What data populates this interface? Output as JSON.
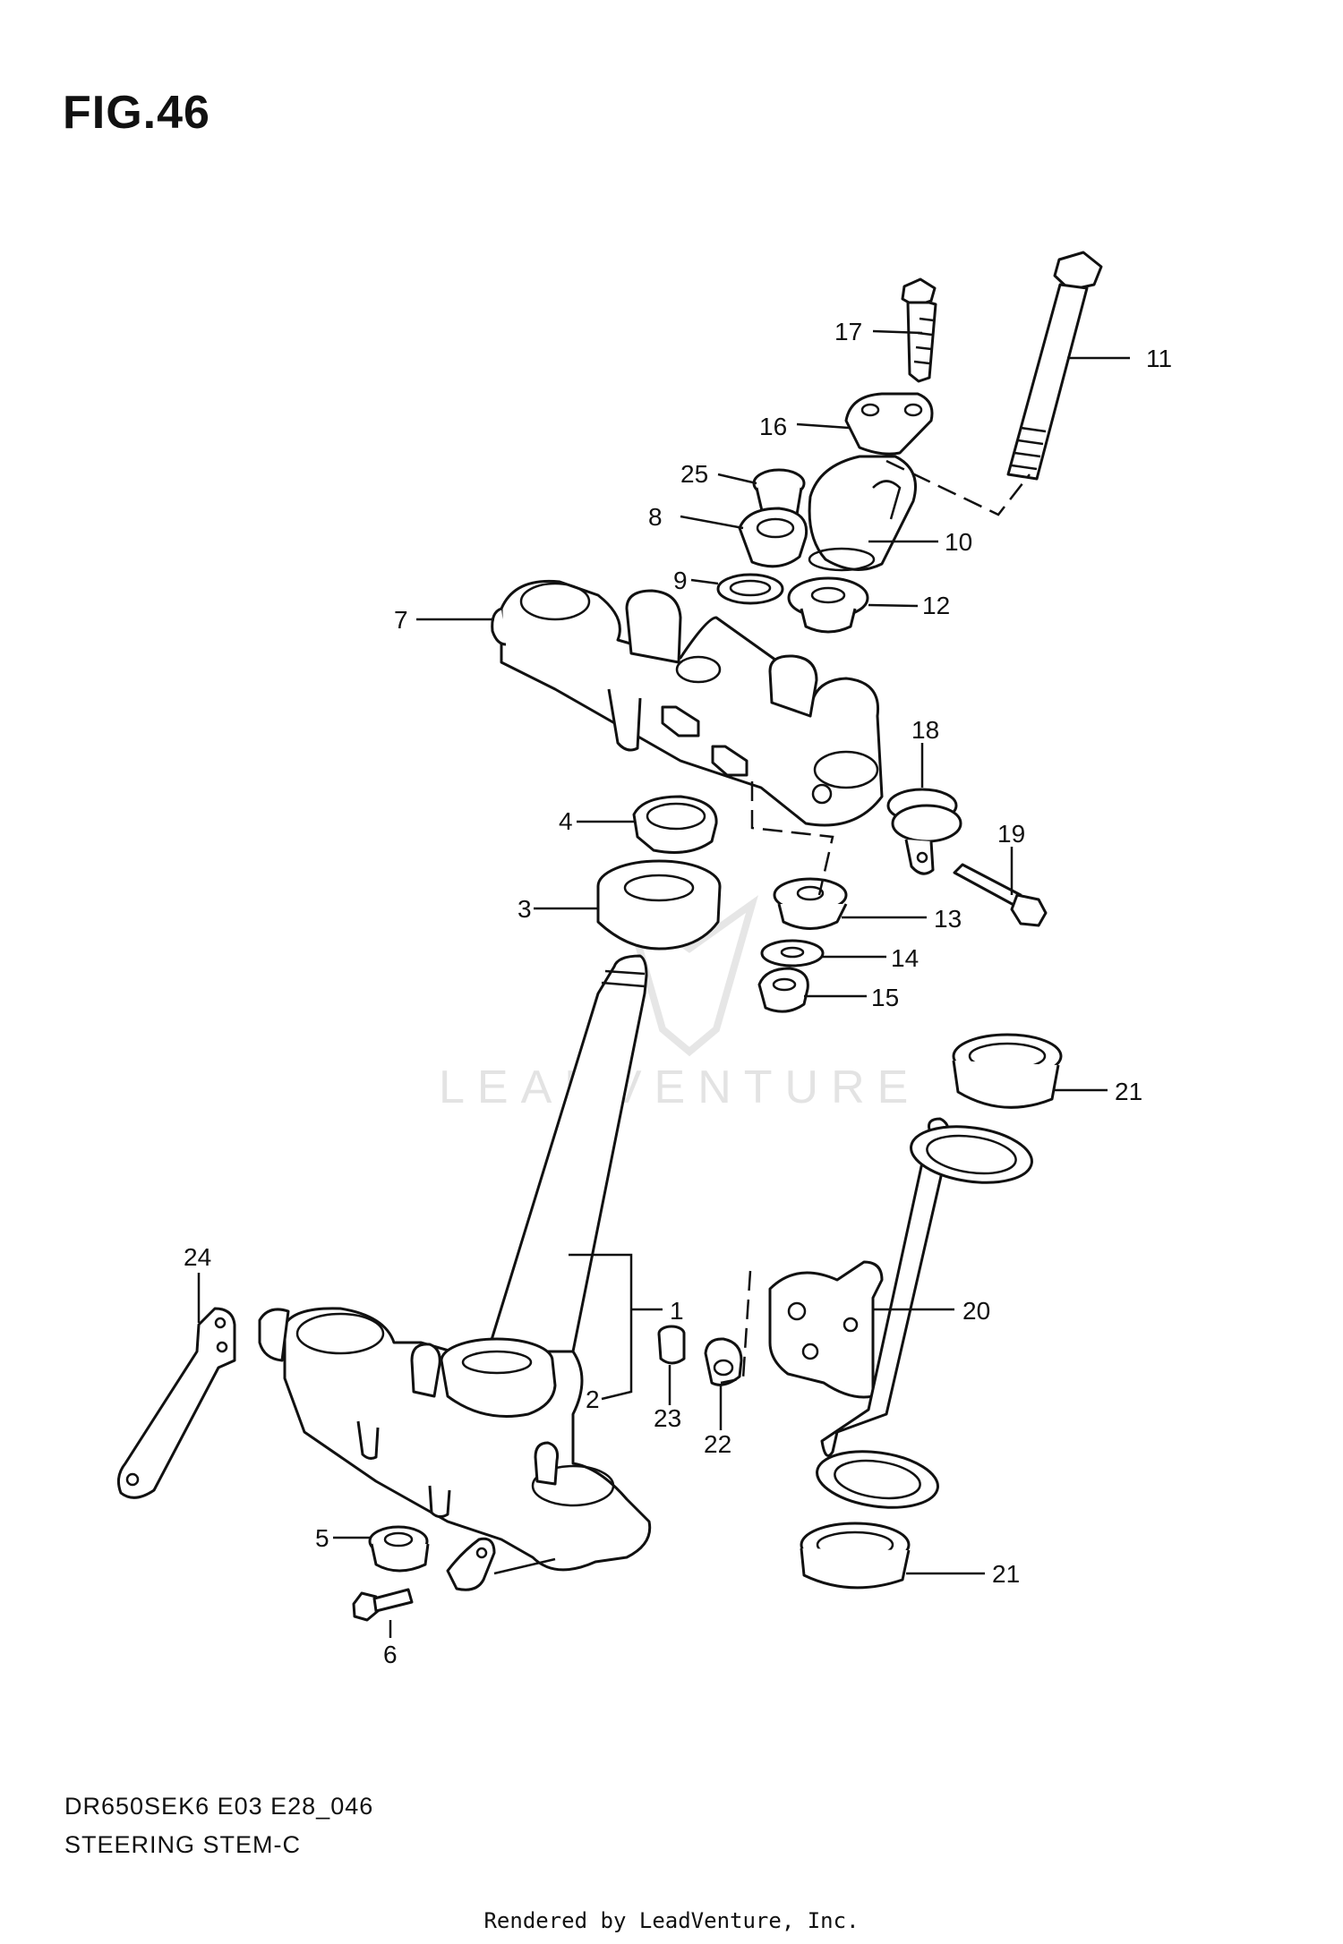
{
  "figure": {
    "title": "FIG.46",
    "model_code": "DR650SEK6 E03 E28_046",
    "assembly_name": "STEERING STEM-C",
    "credit": "Rendered by LeadVenture, Inc.",
    "watermark": "LEADVENTURE"
  },
  "callouts": [
    {
      "id": "1",
      "text": "1"
    },
    {
      "id": "2",
      "text": "2"
    },
    {
      "id": "3",
      "text": "3"
    },
    {
      "id": "4",
      "text": "4"
    },
    {
      "id": "5",
      "text": "5"
    },
    {
      "id": "6",
      "text": "6"
    },
    {
      "id": "7",
      "text": "7"
    },
    {
      "id": "8",
      "text": "8"
    },
    {
      "id": "9",
      "text": "9"
    },
    {
      "id": "10",
      "text": "10"
    },
    {
      "id": "11",
      "text": "11"
    },
    {
      "id": "12",
      "text": "12"
    },
    {
      "id": "13",
      "text": "13"
    },
    {
      "id": "14",
      "text": "14"
    },
    {
      "id": "15",
      "text": "15"
    },
    {
      "id": "16",
      "text": "16"
    },
    {
      "id": "17",
      "text": "17"
    },
    {
      "id": "18",
      "text": "18"
    },
    {
      "id": "19",
      "text": "19"
    },
    {
      "id": "20",
      "text": "20"
    },
    {
      "id": "21a",
      "text": "21"
    },
    {
      "id": "21b",
      "text": "21"
    },
    {
      "id": "22",
      "text": "22"
    },
    {
      "id": "23",
      "text": "23"
    },
    {
      "id": "24",
      "text": "24"
    },
    {
      "id": "25",
      "text": "25"
    }
  ]
}
